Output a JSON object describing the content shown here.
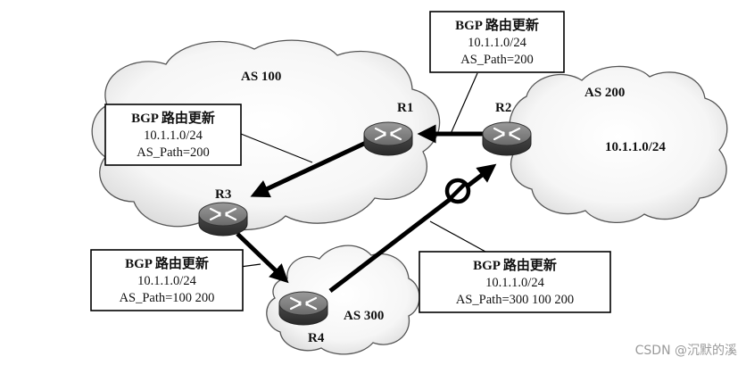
{
  "clouds": {
    "as100": "AS 100",
    "as200": "AS 200",
    "as300": "AS 300"
  },
  "as200_prefix": "10.1.1.0/24",
  "routers": {
    "r1": "R1",
    "r2": "R2",
    "r3": "R3",
    "r4": "R4"
  },
  "updates": {
    "r2_to_r1": {
      "title": "BGP 路由更新",
      "prefix": "10.1.1.0/24",
      "as_path": "AS_Path=200"
    },
    "r1_to_r3": {
      "title": "BGP 路由更新",
      "prefix": "10.1.1.0/24",
      "as_path": "AS_Path=200"
    },
    "r3_to_r4": {
      "title": "BGP 路由更新",
      "prefix": "10.1.1.0/24",
      "as_path": "AS_Path=100 200"
    },
    "r4_to_r2": {
      "title": "BGP 路由更新",
      "prefix": "10.1.1.0/24",
      "as_path": "AS_Path=300 100 200"
    }
  },
  "blocked_icon": "prohibited-icon",
  "router_icon": "router-icon",
  "watermark": "CSDN @沉默的溪"
}
